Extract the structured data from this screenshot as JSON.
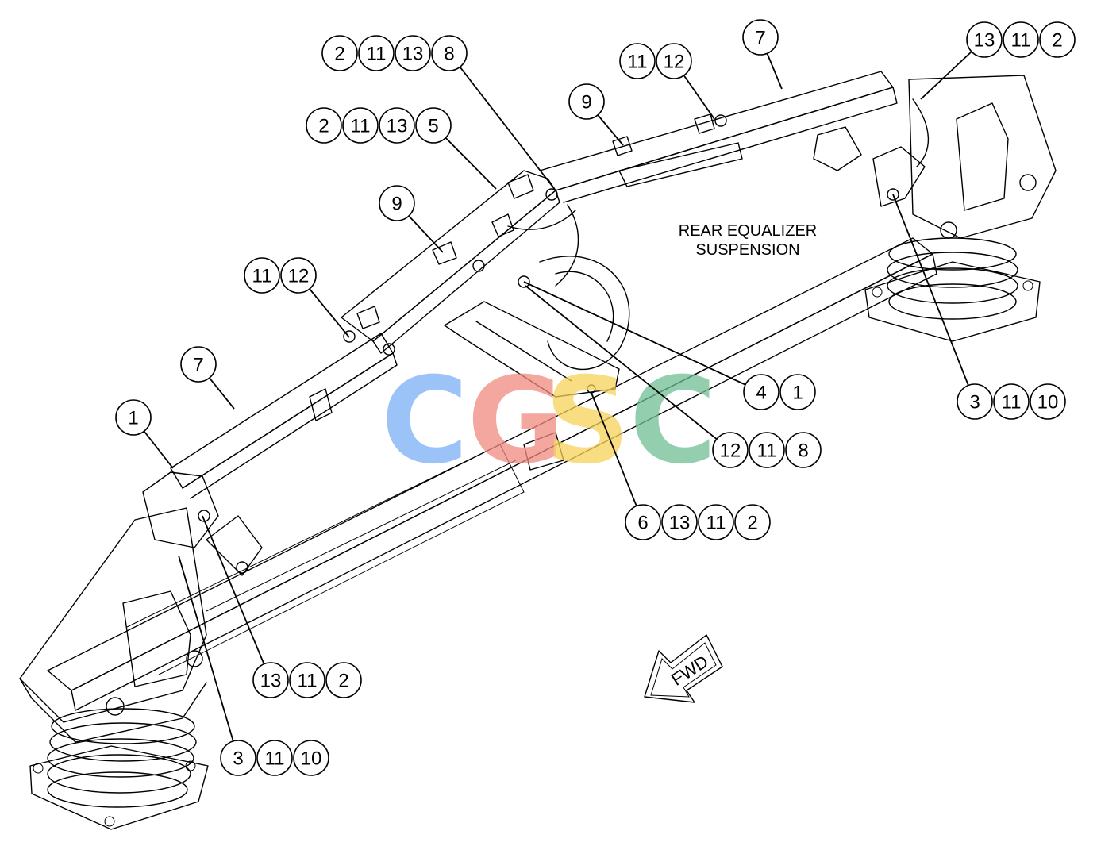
{
  "title": {
    "line1": "REAR EQUALIZER",
    "line2": "SUSPENSION"
  },
  "fwd_label": "FWD",
  "watermark": {
    "letters": [
      "C",
      "G",
      "S",
      "C"
    ],
    "colors": [
      "#7ab0f5",
      "#f08a80",
      "#f7d25a",
      "#6fbf94"
    ]
  },
  "callouts": [
    [
      "2",
      "11",
      "13",
      "8"
    ],
    [
      "2",
      "11",
      "13",
      "5"
    ],
    [
      "11",
      "12"
    ],
    [
      "9"
    ],
    [
      "7"
    ],
    [
      "13",
      "11",
      "2"
    ],
    [
      "9"
    ],
    [
      "11",
      "12"
    ],
    [
      "7"
    ],
    [
      "1"
    ],
    [
      "4",
      "1"
    ],
    [
      "12",
      "11",
      "8"
    ],
    [
      "6",
      "13",
      "11",
      "2"
    ],
    [
      "3",
      "11",
      "10"
    ],
    [
      "13",
      "11",
      "2"
    ],
    [
      "3",
      "11",
      "10"
    ]
  ]
}
